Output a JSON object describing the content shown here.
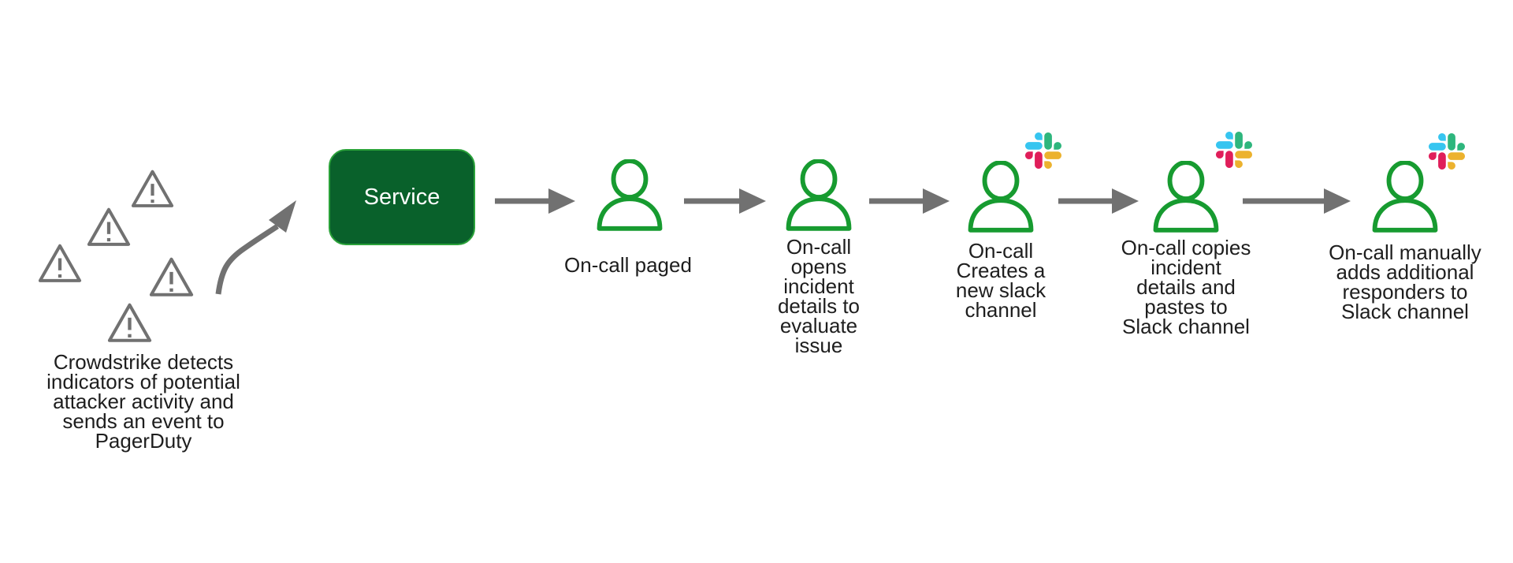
{
  "diagram": {
    "source": {
      "caption": "Crowdstrike detects\nindicators of potential\nattacker activity and\nsends an event to\nPagerDuty",
      "alert_count": 5
    },
    "service": {
      "label": "Service"
    },
    "steps": [
      {
        "caption": "On-call paged",
        "has_slack_logo": false
      },
      {
        "caption": "On-call\nopens\nincident\ndetails to\nevaluate\nissue",
        "has_slack_logo": false
      },
      {
        "caption": "On-call\nCreates a\nnew slack\nchannel",
        "has_slack_logo": true
      },
      {
        "caption": "On-call copies\nincident\ndetails and\npastes to\nSlack channel",
        "has_slack_logo": true
      },
      {
        "caption": "On-call manually\nadds additional\nresponders to\nSlack channel",
        "has_slack_logo": true
      }
    ],
    "icons": {
      "warning": "warning-triangle-icon",
      "person": "person-icon",
      "slack": "slack-logo-icon",
      "arrow": "flow-arrow-icon",
      "curved_arrow": "curved-arrow-icon"
    },
    "colors": {
      "person_green": "#179b30",
      "service_fill": "#09612b",
      "service_border": "#2ba23a",
      "arrow_gray": "#717171",
      "text": "#1e1e1e",
      "slack_blue": "#36C5F0",
      "slack_green": "#2EB67D",
      "slack_red": "#E01E5A",
      "slack_yellow": "#ECB22E"
    }
  }
}
